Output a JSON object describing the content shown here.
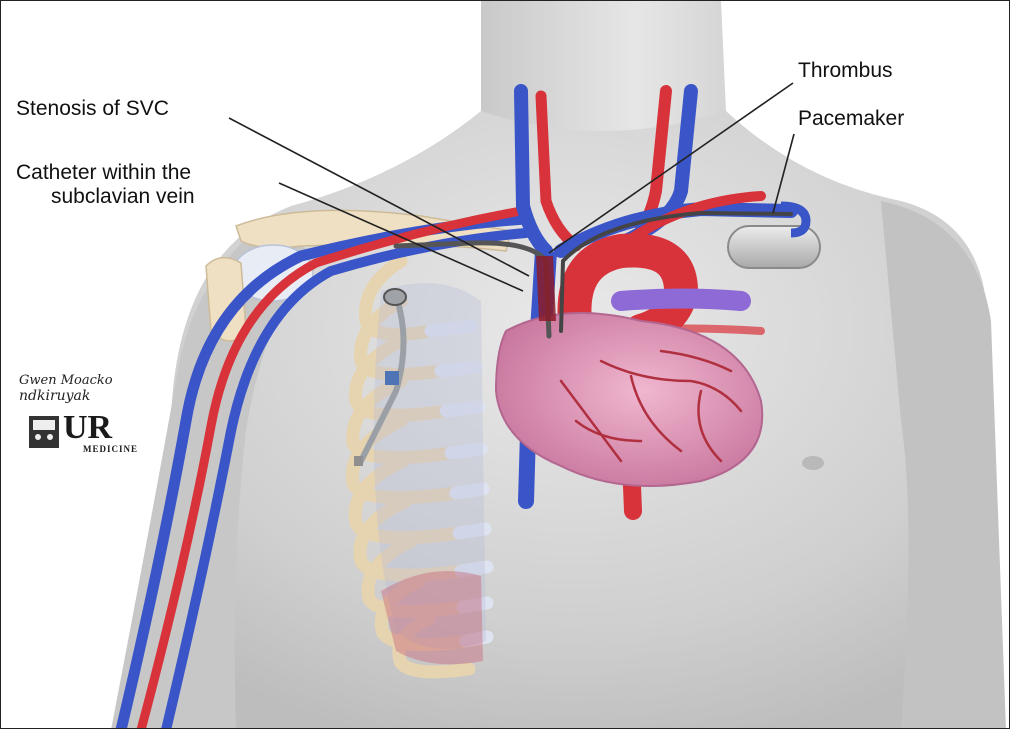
{
  "labels": {
    "stenosis": "Stenosis of SVC",
    "catheter_line1": "Catheter within the",
    "catheter_line2": "subclavian vein",
    "thrombus": "Thrombus",
    "pacemaker": "Pacemaker"
  },
  "signature": {
    "line1": "Gwen Moacko",
    "line2": "ndkiruyak"
  },
  "logo": {
    "mark": "UR",
    "sub": "MEDICINE"
  },
  "colors": {
    "vein": "#3a55c8",
    "artery": "#d8323a",
    "heart": "#d98ab0",
    "skin": "#d6d6d6",
    "bone": "#efe0c4",
    "device": "#cfcfcf"
  }
}
